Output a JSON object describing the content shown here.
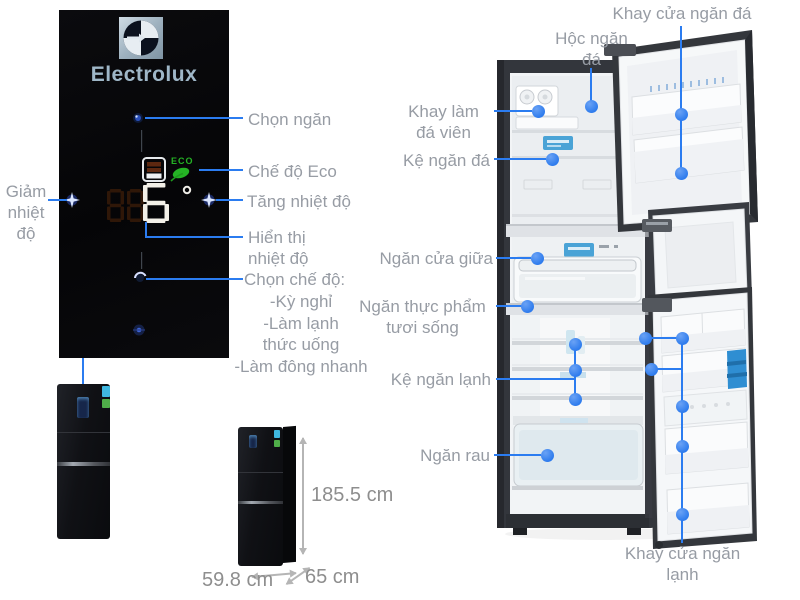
{
  "panel": {
    "brand": "Electrolux",
    "eco_badge": "ECO",
    "temperature": "6",
    "temperature_unit": "°",
    "ghost_digits": "88"
  },
  "callouts_panel": {
    "chon_ngan": "Chọn ngăn",
    "che_do_eco": "Chế độ Eco",
    "tang_nhiet_do": "Tăng nhiệt độ",
    "giam_nhiet_do": "Giảm nhiệt độ",
    "hien_thi_nhiet_do": "Hiển thị nhiệt độ",
    "chon_che_do": "Chọn chế độ:",
    "mode_lines": [
      "-Kỳ nghỉ",
      "-Làm lạnh",
      "thức uống",
      "-Làm đông nhanh"
    ]
  },
  "callouts_fridge": {
    "khay_cua_ngan_da": "Khay cửa ngăn đá",
    "hoc_ngan_da": "Hộc ngăn đá",
    "khay_lam_da_vien": "Khay làm đá viên",
    "ke_ngan_da": "Kệ ngăn đá",
    "ngan_cua_giua": "Ngăn cửa giữa",
    "ngan_thuc_pham_tuoi_song": "Ngăn thực phẩm tươi sống",
    "ke_ngan_lanh": "Kệ ngăn lạnh",
    "ngan_rau": "Ngăn rau",
    "khay_cua_ngan_lanh": "Khay cửa ngăn lạnh"
  },
  "dimensions": {
    "height": "185.5 cm",
    "width": "59.8 cm",
    "depth": "65 cm"
  },
  "colors": {
    "callout_line": "#2b7cf0",
    "callout_dot": "#2f7ced",
    "label_text": "#979ca4",
    "eco_green": "#25b325",
    "sticker_blue": "#4aa3d6"
  }
}
